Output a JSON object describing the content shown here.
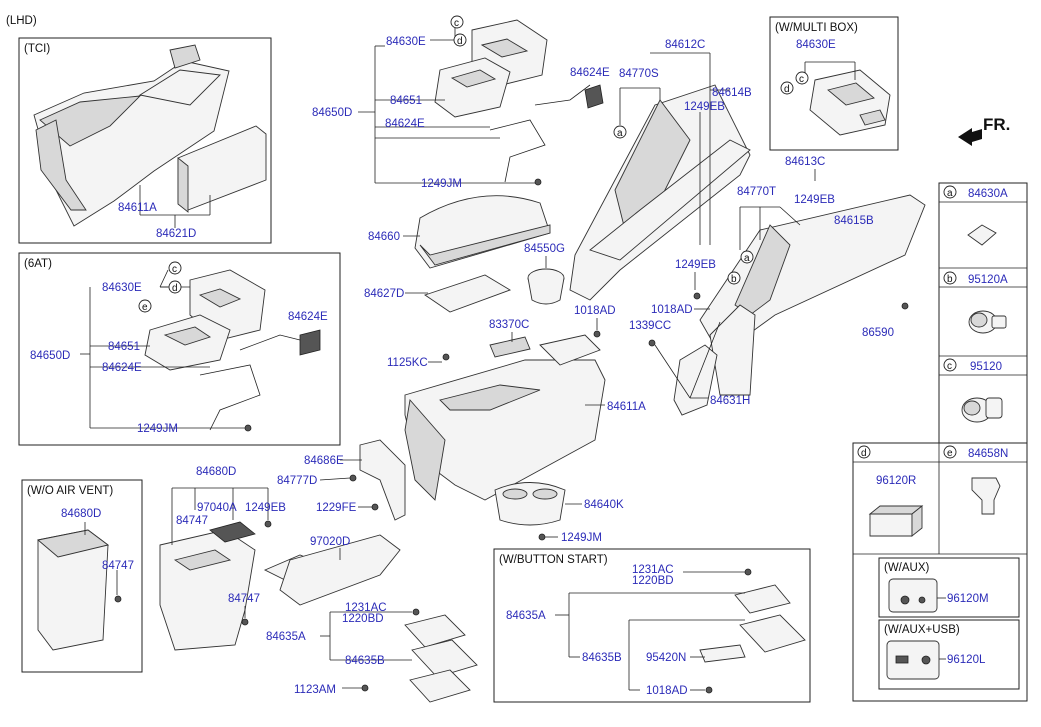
{
  "headers": {
    "lhd": "(LHD)",
    "tci": "(TCI)",
    "at6": "(6AT)",
    "multi_box": "(W/MULTI BOX)",
    "wo_air_vent": "(W/O AIR VENT)",
    "button_start": "(W/BUTTON START)",
    "aux": "(W/AUX)",
    "aux_usb": "(W/AUX+USB)",
    "fr": "FR."
  },
  "legend": {
    "a": {
      "letter": "a",
      "part": "84630A"
    },
    "b": {
      "letter": "b",
      "part": "95120A"
    },
    "c": {
      "letter": "c",
      "part": "95120"
    },
    "d": {
      "letter": "d",
      "part": "96120R"
    },
    "e": {
      "letter": "e",
      "part": "84658N"
    },
    "aux_part": "96120M",
    "aux_usb_part": "96120L"
  },
  "callouts": {
    "tci_84611A": "84611A",
    "tci_84621D": "84621D",
    "at_84630E": "84630E",
    "at_84651": "84651",
    "at_84650D": "84650D",
    "at_84624E_a": "84624E",
    "at_84624E_b": "84624E",
    "at_1249JM": "1249JM",
    "at_c": "c",
    "at_d": "d",
    "at_e": "e",
    "top_84630E": "84630E",
    "top_84651": "84651",
    "top_84650D": "84650D",
    "top_84624E_a": "84624E",
    "top_84624E_b": "84624E",
    "top_1249JM": "1249JM",
    "top_c": "c",
    "top_d": "d",
    "mb_84630E": "84630E",
    "mb_c": "c",
    "mb_d": "d",
    "p84612C": "84612C",
    "p84770S": "84770S",
    "p84614B": "84614B",
    "p1249EB_a": "1249EB",
    "circ_a1": "a",
    "circ_a2": "a",
    "circ_b": "b",
    "p84613C": "84613C",
    "p84770T": "84770T",
    "p1249EB_b": "1249EB",
    "p84615B": "84615B",
    "p1249EB_c": "1249EB",
    "p86590": "86590",
    "p84660": "84660",
    "p84627D": "84627D",
    "p84550G": "84550G",
    "p83370C": "83370C",
    "p1018AD_a": "1018AD",
    "p1018AD_b": "1018AD",
    "p1339CC": "1339CC",
    "p1125KC": "1125KC",
    "p84611A": "84611A",
    "p84631H": "84631H",
    "p84686E": "84686E",
    "p84777D": "84777D",
    "p1229FE": "1229FE",
    "p84640K": "84640K",
    "p1249JM": "1249JM",
    "p84680D": "84680D",
    "p97040A": "97040A",
    "p1249EB_d": "1249EB",
    "p84747_a": "84747",
    "p97020D": "97020D",
    "p84747_b": "84747",
    "p1231AC": "1231AC",
    "p1220BD": "1220BD",
    "p84635A": "84635A",
    "p84635B": "84635B",
    "p1123AM": "1123AM",
    "wo_84680D": "84680D",
    "wo_84747": "84747",
    "bs_1231AC": "1231AC",
    "bs_1220BD": "1220BD",
    "bs_84635A": "84635A",
    "bs_84635B": "84635B",
    "bs_95420N": "95420N",
    "bs_1018AD": "1018AD"
  }
}
